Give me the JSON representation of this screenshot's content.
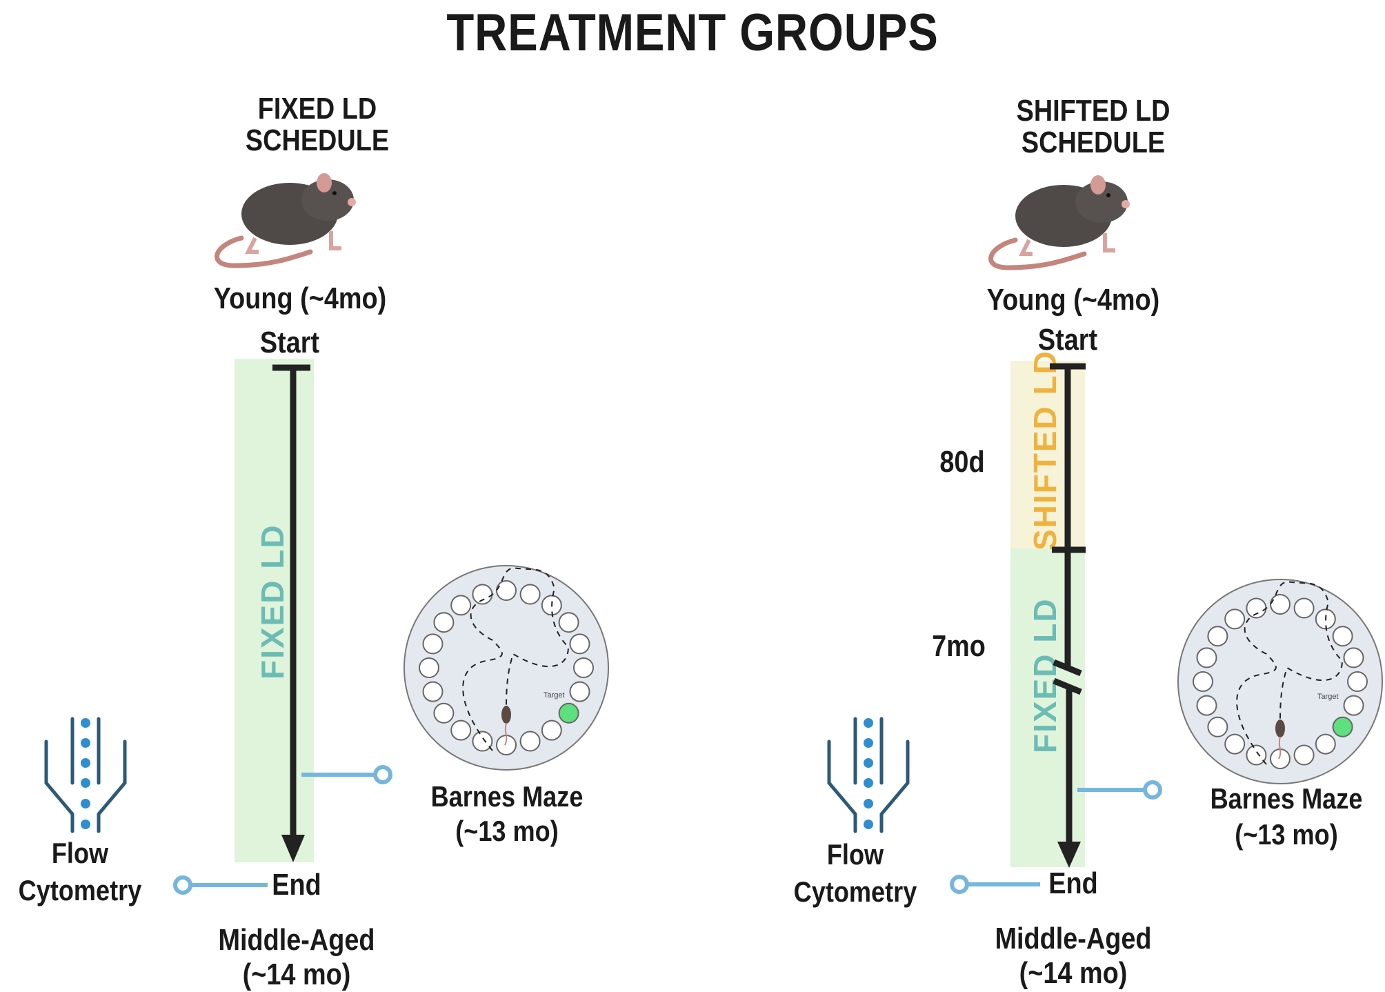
{
  "title": "TREATMENT GROUPS",
  "colors": {
    "fixed_band": "#e0f4db",
    "shifted_band": "#f6f3d9",
    "fixed_text": "#6cbbb5",
    "shifted_text": "#f0b23f",
    "connector": "#74b6de",
    "timeline": "#222222",
    "maze_fill": "#e4e8ef",
    "target": "#5ee07f",
    "flow_icon": "#2c5a78",
    "flow_dots": "#2e8ed0"
  },
  "groups": [
    {
      "heading_line1": "FIXED LD",
      "heading_line2": "SCHEDULE",
      "start_age": "Young (~4mo)",
      "start_label": "Start",
      "end_label": "End",
      "end_age_line1": "Middle-Aged",
      "end_age_line2": "(~14 mo)",
      "phases": [
        {
          "label": "FIXED LD"
        }
      ],
      "barnes_line1": "Barnes Maze",
      "barnes_line2": "(~13 mo)",
      "flow_line1": "Flow",
      "flow_line2": "Cytometry",
      "maze_target_label": "Target"
    },
    {
      "heading_line1": "SHIFTED LD",
      "heading_line2": "SCHEDULE",
      "start_age": "Young (~4mo)",
      "start_label": "Start",
      "end_label": "End",
      "end_age_line1": "Middle-Aged",
      "end_age_line2": "(~14 mo)",
      "phases": [
        {
          "label": "SHIFTED LD",
          "duration": "80d"
        },
        {
          "label": "FIXED LD",
          "duration": "7mo"
        }
      ],
      "barnes_line1": "Barnes Maze",
      "barnes_line2": "(~13 mo)",
      "flow_line1": "Flow",
      "flow_line2": "Cytometry",
      "maze_target_label": "Target"
    }
  ]
}
